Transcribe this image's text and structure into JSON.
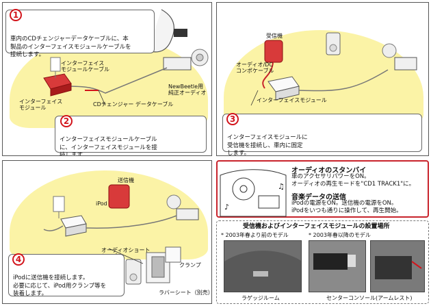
{
  "panel1": {
    "step": "1",
    "callout": "車内のCDチェンジャーデータケーブルに、本\n製品のインターフェイスモジュールケーブルを\n接続します。",
    "label_module_cable": "インターフェイス\nモジュールケーブル",
    "label_module": "インターフェイス\nモジュール",
    "label_cd_cable": "CDチェンジャー データケーブル",
    "label_audio": "NewBeetle用\n純正オーディオ",
    "step2": "2",
    "callout2": "インターフェイスモジュールケーブル\nに、インターフェイスモジュールを接\n続します。"
  },
  "panel2": {
    "label_receiver": "受信機",
    "label_audio_dc": "オーディオ/DC\nコンポケーブル",
    "label_module": "インターフェイスモジュール",
    "step": "3",
    "callout": "インターフェイスモジュールに\n受信機を接続し、車内に固定\nします。"
  },
  "panel3": {
    "label_transmitter": "送信機",
    "label_ipod": "iPod",
    "label_audio_short": "オーディオショート\nケーブル",
    "label_clamp": "クランプ",
    "label_rubber": "ラバーシート（別売）",
    "step": "4",
    "callout": "iPodに送信機を接続します。\n必要に応じて、iPod用クランプ等を\n装着します。"
  },
  "panel4": {
    "heading1": "オーディオのスタンバイ",
    "text1": "車のアクセサリパワーをON。\nオーディオの再生モードを\"CD1 TRACK1\"に。",
    "heading2": "音楽データの送信",
    "text2": "iPodの電源をON。送信機の電源をON。\niPodをいつも通りに操作して、再生開始。"
  },
  "panel5": {
    "title": "受信機およびインターフェイスモジュールの設置場所",
    "sub1": "* 2003年春より前のモデル",
    "sub2": "* 2003年春以降のモデル",
    "caption1": "ラゲッジルーム",
    "caption2": "センターコンソール(アームレスト)"
  },
  "colors": {
    "accent_red": "#d2141b",
    "car_yellow": "#fbf3a6"
  }
}
